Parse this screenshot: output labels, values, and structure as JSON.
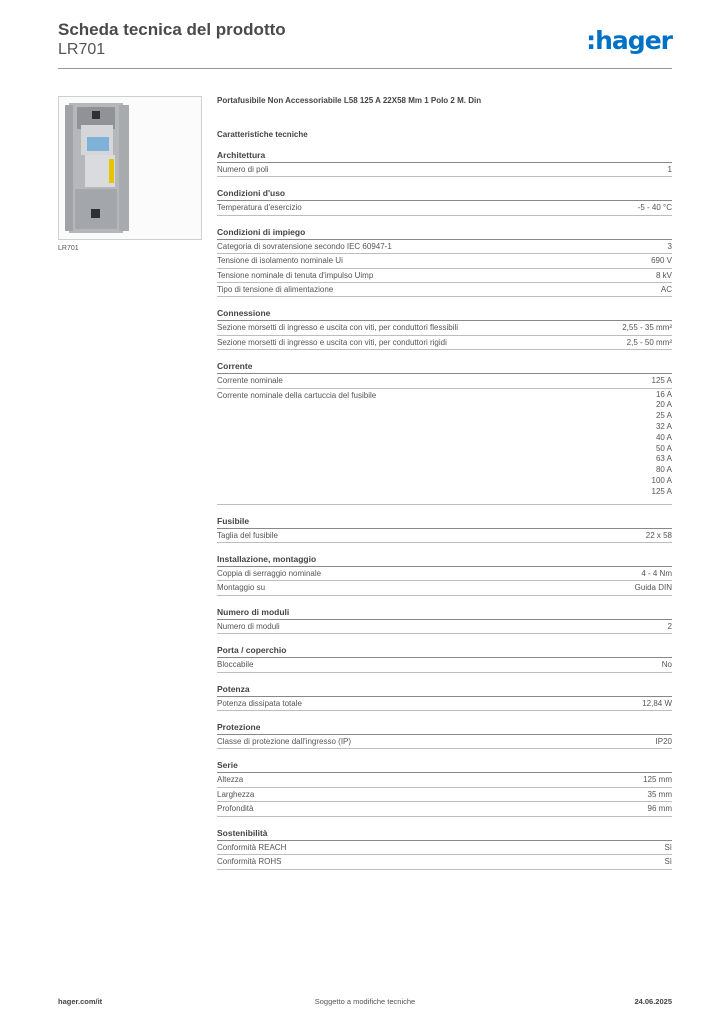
{
  "header": {
    "title": "Scheda tecnica del prodotto",
    "code": "LR701",
    "logo_text": ":hager",
    "brand_color": "#0072c6"
  },
  "product": {
    "image_caption": "LR701",
    "description": "Portafusibile Non Accessoriabile L58 125 A 22X58 Mm 1 Polo 2 M. Din",
    "section_label": "Caratteristiche tecniche"
  },
  "sections": [
    {
      "title": "Architettura",
      "rows": [
        {
          "label": "Numero di poli",
          "value": "1"
        }
      ]
    },
    {
      "title": "Condizioni d'uso",
      "rows": [
        {
          "label": "Temperatura d'esercizio",
          "value": "-5 - 40 °C"
        }
      ]
    },
    {
      "title": "Condizioni di impiego",
      "rows": [
        {
          "label": "Categoria di sovratensione secondo IEC 60947-1",
          "value": "3"
        },
        {
          "label": "Tensione di isolamento nominale Ui",
          "value": "690 V"
        },
        {
          "label": "Tensione nominale di tenuta d'impulso Uimp",
          "value": "8 kV"
        },
        {
          "label": "Tipo di tensione di alimentazione",
          "value": "AC"
        }
      ]
    },
    {
      "title": "Connessione",
      "rows": [
        {
          "label": "Sezione morsetti di ingresso e uscita con viti, per conduttori flessibili",
          "value": "2,55 - 35 mm²"
        },
        {
          "label": "Sezione morsetti di ingresso e uscita con viti, per conduttori rigidi",
          "value": "2,5 - 50 mm²"
        }
      ]
    },
    {
      "title": "Corrente",
      "rows": [
        {
          "label": "Corrente nominale",
          "value": "125 A"
        },
        {
          "label": "Corrente nominale della cartuccia del fusibile",
          "values": [
            "16 A",
            "20 A",
            "25 A",
            "32 A",
            "40 A",
            "50 A",
            "63 A",
            "80 A",
            "100 A",
            "125 A"
          ]
        }
      ]
    },
    {
      "title": "Fusibile",
      "rows": [
        {
          "label": "Taglia del fusibile",
          "value": "22 x 58"
        }
      ]
    },
    {
      "title": "Installazione, montaggio",
      "rows": [
        {
          "label": "Coppia di serraggio nominale",
          "value": "4 - 4 Nm"
        },
        {
          "label": "Montaggio su",
          "value": "Guida DIN"
        }
      ]
    },
    {
      "title": "Numero di moduli",
      "rows": [
        {
          "label": "Numero di moduli",
          "value": "2"
        }
      ]
    },
    {
      "title": "Porta / coperchio",
      "rows": [
        {
          "label": "Bloccabile",
          "value": "No"
        }
      ]
    },
    {
      "title": "Potenza",
      "rows": [
        {
          "label": "Potenza dissipata totale",
          "value": "12,84 W"
        }
      ]
    },
    {
      "title": "Protezione",
      "rows": [
        {
          "label": "Classe di protezione dall'ingresso (IP)",
          "value": "IP20"
        }
      ]
    },
    {
      "title": "Serie",
      "rows": [
        {
          "label": "Altezza",
          "value": "125 mm"
        },
        {
          "label": "Larghezza",
          "value": "35 mm"
        },
        {
          "label": "Profondità",
          "value": "96 mm"
        }
      ]
    },
    {
      "title": "Sostenibilità",
      "rows": [
        {
          "label": "Conformità REACH",
          "value": "Sì"
        },
        {
          "label": "Conformità ROHS",
          "value": "Sì"
        }
      ]
    }
  ],
  "footer": {
    "website": "hager.com/it",
    "notice": "Soggetto a modifiche tecniche",
    "date": "24.06.2025"
  }
}
